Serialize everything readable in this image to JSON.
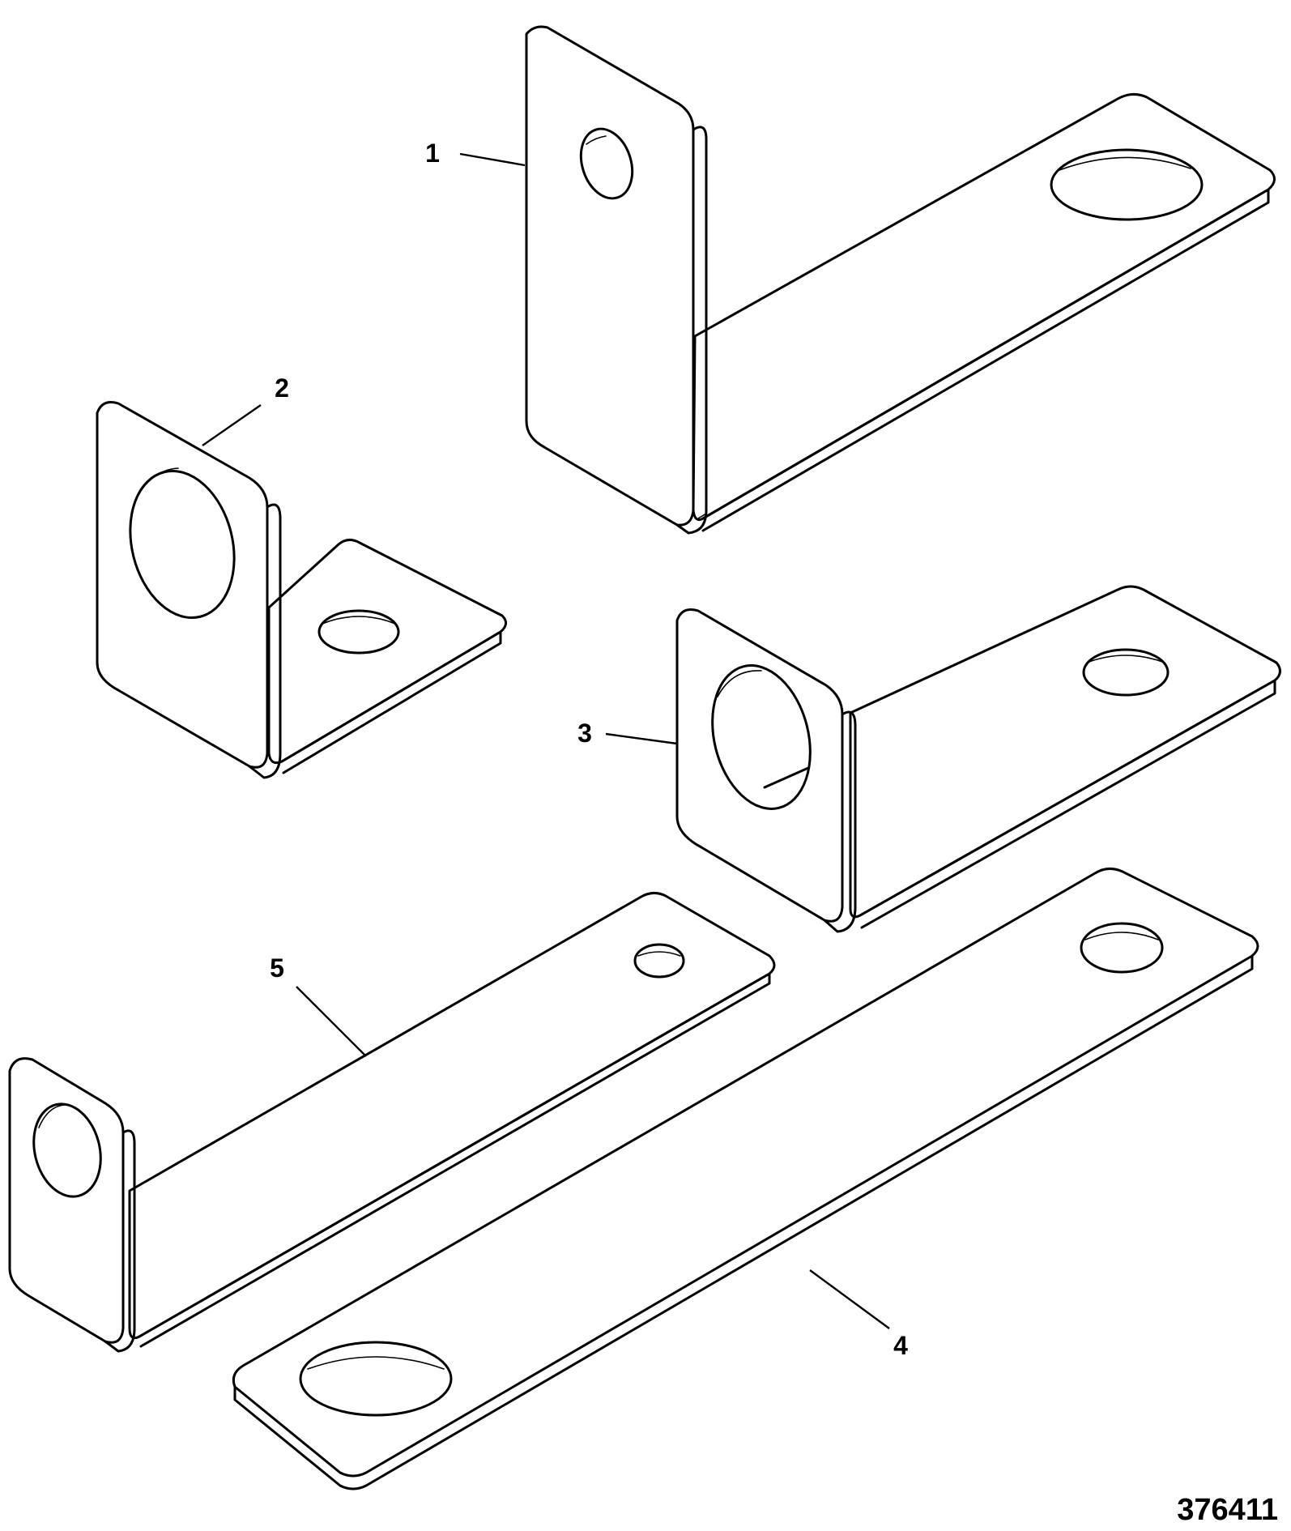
{
  "figure": {
    "id": "376411",
    "callouts": [
      {
        "label": "1"
      },
      {
        "label": "2"
      },
      {
        "label": "3"
      },
      {
        "label": "4"
      },
      {
        "label": "5"
      }
    ]
  }
}
